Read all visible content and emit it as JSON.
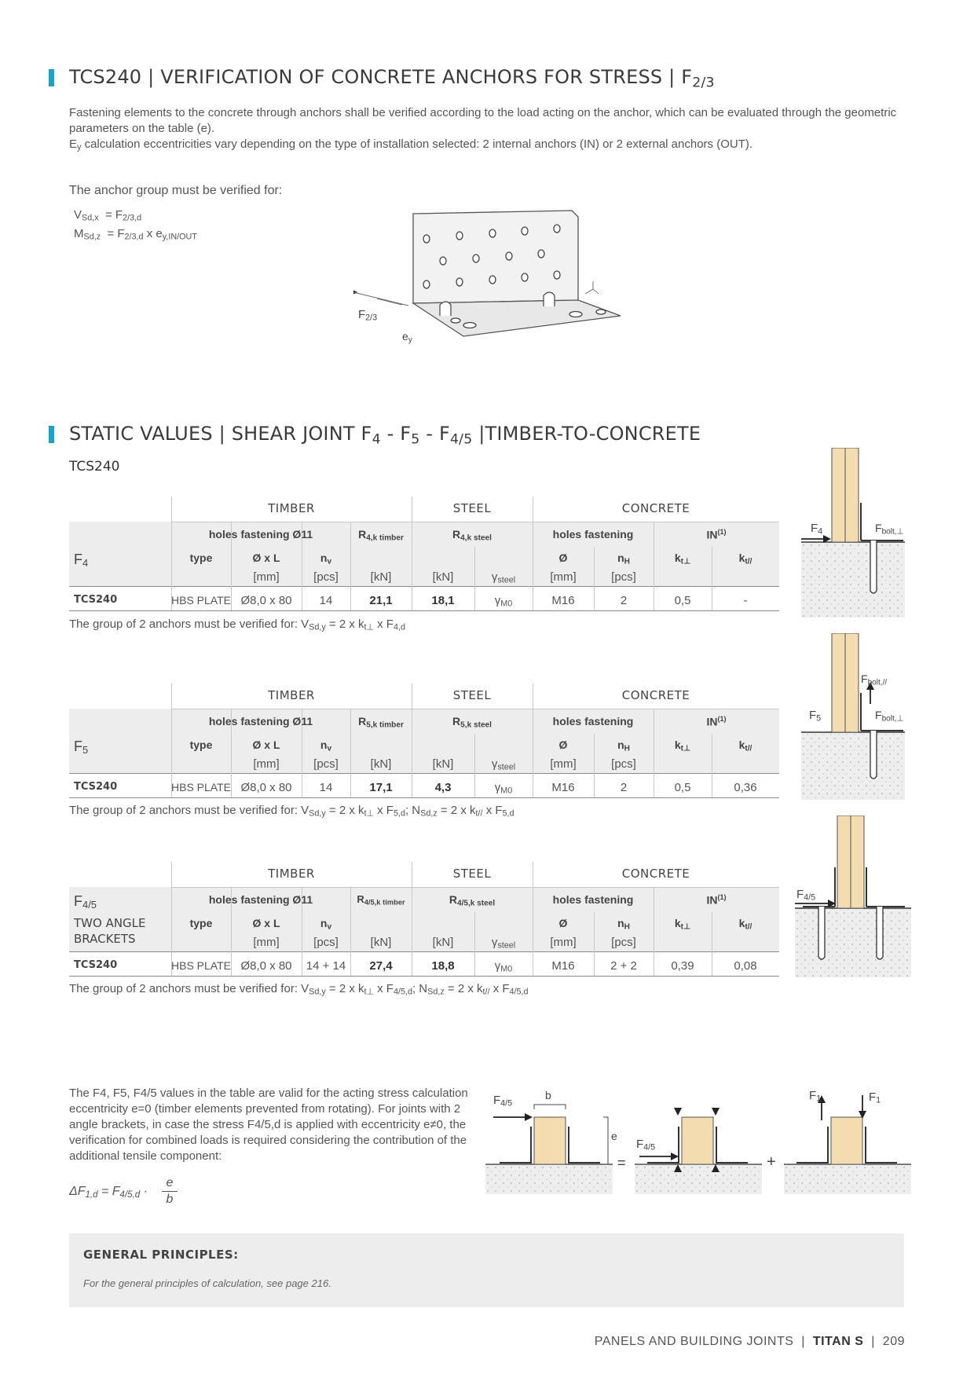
{
  "section1": {
    "title_main": "TCS240 | VERIFICATION OF CONCRETE ANCHORS FOR STRESS | F",
    "title_sub": "2/3",
    "para1": "Fastening elements to the concrete through anchors shall be verified according to the load acting on the anchor, which can be evaluated through the geometric parameters on the table (e).",
    "para2_sym": "E",
    "para2_sub": "y",
    "para2_rest": " calculation eccentricities vary depending on the type of installation selected: 2 internal anchors (IN) or 2 external anchors (OUT).",
    "verify_label": "The anchor group must be verified for:",
    "eq1_lhs": "V",
    "eq1_lhs_sub": "Sd,x",
    "eq1_rhs": "= F",
    "eq1_rhs_sub": "2/3,d",
    "eq2_lhs": "M",
    "eq2_lhs_sub": "Sd,z",
    "eq2_rhs": "= F",
    "eq2_rhs_sub": "2/3,d",
    "eq2_mid": " x e",
    "eq2_mid_sub": "y,IN/OUT",
    "fig_force": "F",
    "fig_force_sub": "2/3",
    "fig_ey": "e",
    "fig_ey_sub": "y"
  },
  "section2": {
    "title": "STATIC VALUES | SHEAR JOINT F",
    "t4": "4",
    "dash1": " - F",
    "t5": "5",
    "dash2": " - F",
    "t45": "4/5",
    "title_end": " |TIMBER-TO-CONCRETE",
    "subtitle": "TCS240"
  },
  "headers": {
    "timber": "TIMBER",
    "steel": "STEEL",
    "concrete": "CONCRETE",
    "holes_timber": "holes fastening Ø11",
    "holes_concrete": "holes fastening",
    "type": "type",
    "dxl": "Ø x L",
    "nv": "n",
    "nv_sub": "v",
    "d": "Ø",
    "nh": "n",
    "nh_sub": "H",
    "kt": "k",
    "kt_sub_perp": "t⊥",
    "kt_sub_par": "t//",
    "in": "IN",
    "in_sup": "(1)",
    "mm": "[mm]",
    "pcs": "[pcs]",
    "kn": "[kN]",
    "gsteel": "γ",
    "gsteel_sub": "steel",
    "R": "R",
    "k_steel": "k steel",
    "k_timber": "k timber"
  },
  "tables": [
    {
      "label": "F",
      "label_sub": "4",
      "label2": "",
      "rtimber": "4,k timber",
      "rsteel": "4,k steel",
      "row": {
        "name": "TCS240",
        "type": "HBS PLATE",
        "dxl": "Ø8,0 x 80",
        "nv": "14",
        "rtimber": "21,1",
        "rsteel": "18,1",
        "gamma": "γ",
        "gamma_sub": "M0",
        "d": "M16",
        "nh": "2",
        "ktp": "0,5",
        "ktpar": "-"
      },
      "note": "The group of 2 anchors must be verified for: V",
      "note_s1": "Sd,y",
      "note_m1": " = 2 x k",
      "note_s2": "t⊥",
      "note_m2": " x F",
      "note_s3": "4,d",
      "note_m3": "",
      "note_s4": "",
      "note_m4": "",
      "note_s5": "",
      "note_m5": "",
      "note_s6": ""
    },
    {
      "label": "F",
      "label_sub": "5",
      "label2": "",
      "rtimber": "5,k timber",
      "rsteel": "5,k steel",
      "row": {
        "name": "TCS240",
        "type": "HBS PLATE",
        "dxl": "Ø8,0 x 80",
        "nv": "14",
        "rtimber": "17,1",
        "rsteel": "4,3",
        "gamma": "γ",
        "gamma_sub": "M0",
        "d": "M16",
        "nh": "2",
        "ktp": "0,5",
        "ktpar": "0,36"
      },
      "note": "The group of 2 anchors must be verified for: V",
      "note_s1": "Sd,y",
      "note_m1": " = 2 x k",
      "note_s2": "t⊥",
      "note_m2": " x F",
      "note_s3": "5,d",
      "note_m3": "; N",
      "note_s4": "Sd,z",
      "note_m4": " = 2 x k",
      "note_s5": "t//",
      "note_m5": " x F",
      "note_s6": "5,d"
    },
    {
      "label": "F",
      "label_sub": "4/5",
      "label2": "TWO ANGLE BRACKETS",
      "rtimber": "4/5,k timber",
      "rsteel": "4/5,k steel",
      "row": {
        "name": "TCS240",
        "type": "HBS PLATE",
        "dxl": "Ø8,0 x 80",
        "nv": "14 + 14",
        "rtimber": "27,4",
        "rsteel": "18,8",
        "gamma": "γ",
        "gamma_sub": "M0",
        "d": "M16",
        "nh": "2 + 2",
        "ktp": "0,39",
        "ktpar": "0,08"
      },
      "note": "The group of 2 anchors must be verified for: V",
      "note_s1": "Sd,y",
      "note_m1": " = 2 x k",
      "note_s2": "t⊥",
      "note_m2": " x F",
      "note_s3": "4/5,d",
      "note_m3": "; N",
      "note_s4": "Sd,z",
      "note_m4": " = 2 x k",
      "note_s5": "t//",
      "note_m5": " x F",
      "note_s6": "4/5,d"
    }
  ],
  "side_figs": {
    "f4": "F",
    "f4_sub": "4",
    "fbolt": "F",
    "fbolt_sub_perp": "bolt,⊥",
    "fbolt_sub_par": "bolt,//",
    "f5": "F",
    "f5_sub": "5",
    "f45": "F",
    "f45_sub": "4/5"
  },
  "bottom": {
    "para": "The F4, F5, F4/5 values in the table are valid for the acting stress calculation eccentricity e=0 (timber elements prevented from rotating). For joints with 2 angle brackets, in case the stress F4/5,d is applied with eccentricity e≠0, the verification for combined loads is required considering the contribution of the additional tensile component:",
    "formula_lhs": "ΔF",
    "formula_lhs_sub": "1,d",
    "formula_eq": "= F",
    "formula_eq_sub": "4/5,d",
    "formula_dot": "·",
    "formula_num": "e",
    "formula_den": "b",
    "fig_f45": "F",
    "fig_f45_sub": "4/5",
    "fig_b": "b",
    "fig_e": "e",
    "fig_eq": "=",
    "fig_plus": "+",
    "fig_f1": "F",
    "fig_f1_sub": "1"
  },
  "general": {
    "title": "GENERAL PRINCIPLES:",
    "text": "For the general principles of calculation, see page 216."
  },
  "footer": {
    "section": "PANELS AND BUILDING JOINTS",
    "product": "TITAN S",
    "page": "209"
  }
}
